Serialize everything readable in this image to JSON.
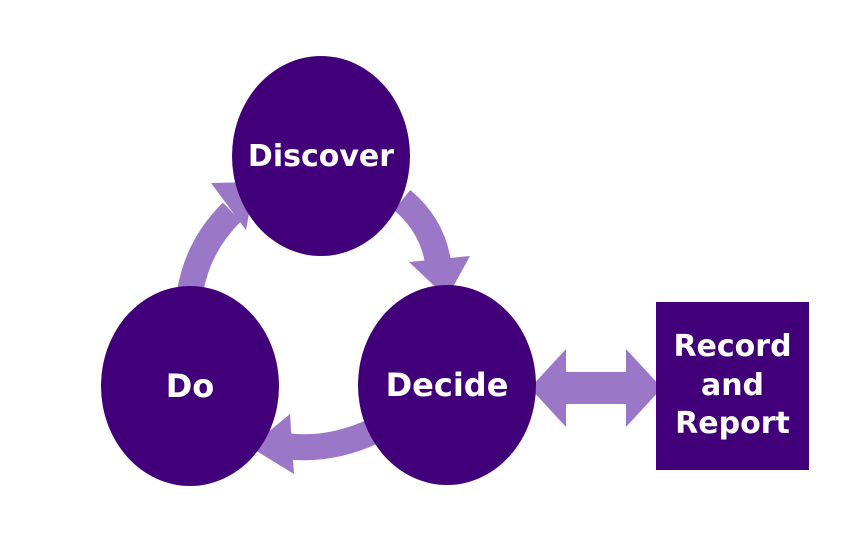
{
  "diagram": {
    "nodes": {
      "discover": "Discover",
      "do": "Do",
      "decide": "Decide",
      "record_report": [
        "Record",
        "and",
        "Report"
      ]
    },
    "edges": [
      {
        "from": "Discover",
        "to": "Decide",
        "type": "one-way"
      },
      {
        "from": "Decide",
        "to": "Do",
        "type": "one-way"
      },
      {
        "from": "Do",
        "to": "Discover",
        "type": "one-way"
      },
      {
        "from": "Decide",
        "to": "Record and Report",
        "type": "two-way"
      }
    ],
    "colors": {
      "node_fill": "#410079",
      "arrow": "#9b77c7",
      "text": "#ffffff",
      "background": "#ffffff"
    }
  }
}
